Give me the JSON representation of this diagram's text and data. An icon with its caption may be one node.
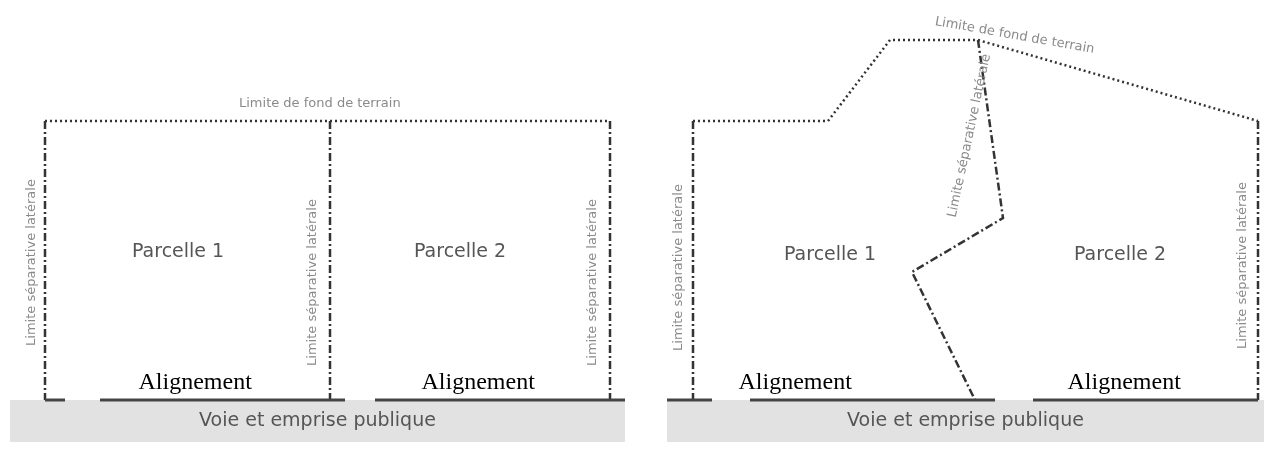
{
  "diagram": {
    "nodes": [
      {
        "text": [
          "Voie et emprise publique"
        ]
      },
      {
        "text": [
          "Voie et emprise publique"
        ]
      }
    ],
    "labels": [
      "Limite de fond de terrain",
      "Limite séparative latérale",
      "Limite séparative latérale",
      "Limite séparative latérale",
      "Parcelle 1",
      "Parcelle 2",
      "Alignement",
      "Alignement",
      "Limite de fond de terrain",
      "Limite séparative latérale",
      "Limite séparative latérale",
      "Limite séparative latérale",
      "Parcelle 1",
      "Parcelle 2",
      "Alignement",
      "Alignement"
    ]
  }
}
